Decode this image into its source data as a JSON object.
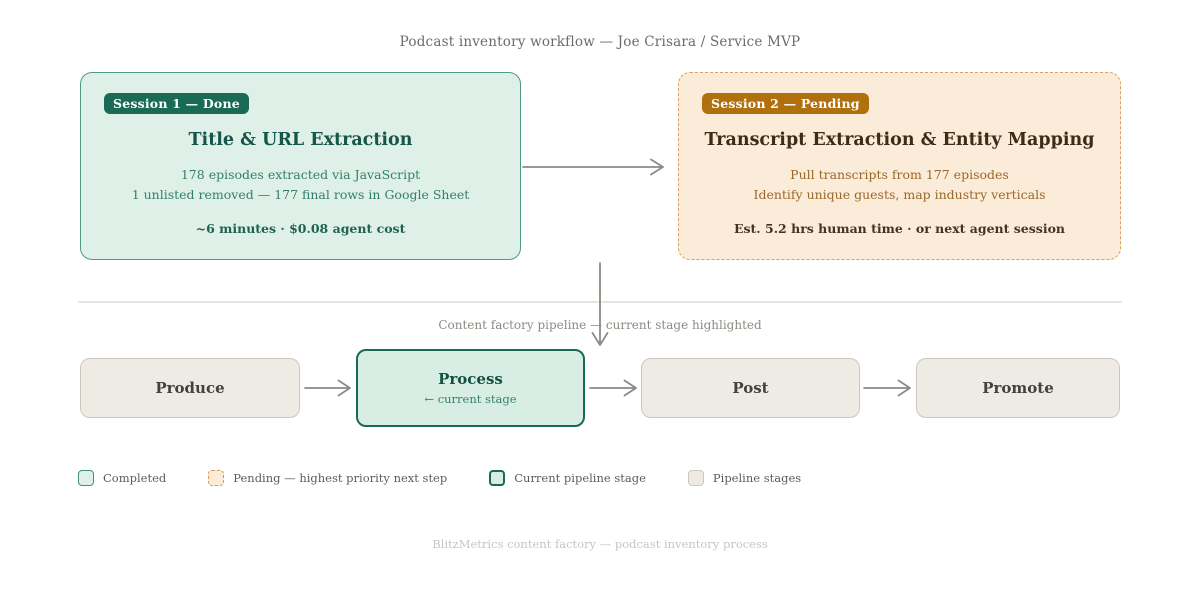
{
  "page": {
    "title": "Podcast inventory workflow — Joe Crisara / Service MVP",
    "footer": "BlitzMetrics content factory — podcast inventory process"
  },
  "sessions": [
    {
      "badge": "Session 1 — Done",
      "title": "Title & URL Extraction",
      "line1": "178 episodes extracted via JavaScript",
      "line2": "1 unlisted removed — 177 final rows in Google Sheet",
      "stat": "~6 minutes · $0.08 agent cost",
      "status": "done"
    },
    {
      "badge": "Session 2 — Pending",
      "title": "Transcript Extraction & Entity Mapping",
      "line1": "Pull transcripts from 177 episodes",
      "line2": "Identify unique guests, map industry verticals",
      "stat": "Est. 5.2 hrs human time · or next agent session",
      "status": "pending"
    }
  ],
  "pipeline": {
    "caption": "Content factory pipeline — current stage highlighted",
    "stages": [
      {
        "label": "Produce",
        "current": false
      },
      {
        "label": "Process",
        "current": true,
        "sublabel": "← current stage"
      },
      {
        "label": "Post",
        "current": false
      },
      {
        "label": "Promote",
        "current": false
      }
    ]
  },
  "legend": {
    "items": [
      {
        "label": "Completed",
        "swatch": "completed"
      },
      {
        "label": "Pending — highest priority next step",
        "swatch": "pending"
      },
      {
        "label": "Current pipeline stage",
        "swatch": "current"
      },
      {
        "label": "Pipeline stages",
        "swatch": "stage"
      }
    ]
  },
  "colors": {
    "done_badge": "#1a6b55",
    "done_card_bg": "#def0e7",
    "done_card_border": "#4f9a82",
    "done_text": "#337f6d",
    "pending_badge": "#b0700e",
    "pending_card_bg": "#faecd8",
    "pending_card_border": "#d8a35e",
    "pending_text": "#9c672a",
    "current_stage_border": "#17695a",
    "stage_box_bg": "#edebe3",
    "arrow": "#8b8b85"
  }
}
